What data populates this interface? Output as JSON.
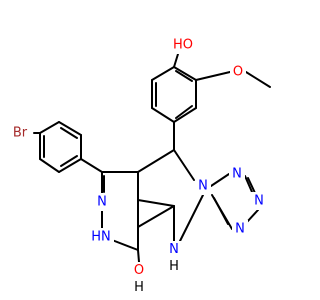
{
  "diagram": {
    "type": "chemical-structure",
    "background": "#ffffff",
    "bond_color": "#000000",
    "element_colors": {
      "Br": "#a52a2a",
      "O": "#ff0000",
      "N": "#0000ff",
      "C": "#000000",
      "H": "#000000"
    },
    "atom_labels": [
      {
        "id": "br",
        "text": "Br",
        "element": "Br"
      },
      {
        "id": "oh",
        "text": "HO",
        "element": "O"
      },
      {
        "id": "o-methoxy",
        "text": "O",
        "element": "O"
      },
      {
        "id": "n-pyridazine-1",
        "text": "N",
        "element": "N"
      },
      {
        "id": "nh-pyridazine",
        "text": "HN",
        "element": "N"
      },
      {
        "id": "n-tetrazole-bridge",
        "text": "N",
        "element": "N"
      },
      {
        "id": "n-tetrazole-2",
        "text": "N",
        "element": "N"
      },
      {
        "id": "n-tetrazole-3",
        "text": "N",
        "element": "N"
      },
      {
        "id": "n-tetrazole-4",
        "text": "N",
        "element": "N"
      },
      {
        "id": "nh-ring",
        "text": "NH",
        "element": "N",
        "note": "H below N"
      },
      {
        "id": "oh-carbonyl",
        "text": "OH",
        "element": "O",
        "note": "O over H"
      }
    ]
  }
}
